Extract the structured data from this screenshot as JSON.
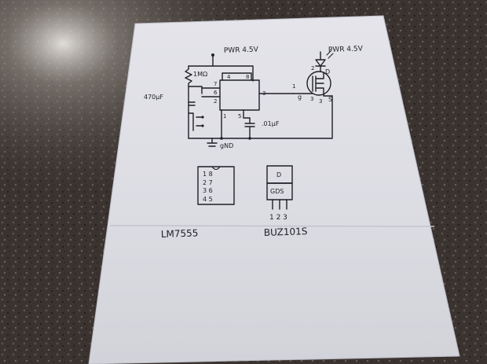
{
  "labels": {
    "power_left": "PWR 4.5V",
    "power_right": "PWR 4.5V",
    "resistor": "1MΩ",
    "capacitor_left": "470μF",
    "capacitor_right": ".01μF",
    "ground": "gND",
    "pin_4": "4",
    "pin_8": "8",
    "pin_7": "7",
    "pin_6": "6",
    "pin_2": "2",
    "pin_3": "3",
    "pin_1": "1",
    "pin_5": "5",
    "fet_pin_1": "1",
    "fet_pin_2": "2",
    "fet_pin_3": "3",
    "fet_g": "g",
    "fet_d": "D",
    "fet_s": "S",
    "fet_3": "3",
    "chip_left": "1 8",
    "chip_row2": "2 7",
    "chip_row3": "3 6",
    "chip_row4": "4 5",
    "fet_top": "D",
    "fet_body": "GDS",
    "fet_pins": "1 2 3",
    "ic_name": "LM7555",
    "fet_name": "BUZ101S"
  }
}
